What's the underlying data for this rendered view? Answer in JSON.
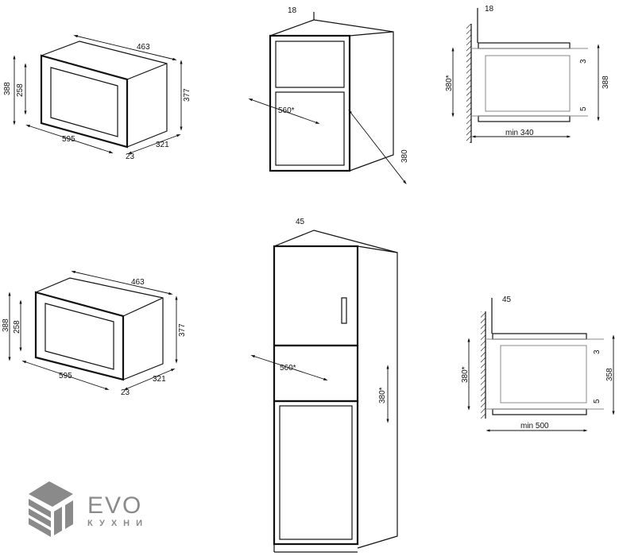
{
  "diagrams": {
    "top_left": {
      "width": "463",
      "height_outer": "388",
      "height_inner": "258",
      "height_body": "377",
      "front_width": "595",
      "depth": "321",
      "frame": "23"
    },
    "top_middle": {
      "panel": "18",
      "niche_width": "560*",
      "niche_height": "380"
    },
    "top_right": {
      "panel": "18",
      "niche_height": "380*",
      "gap_top": "3",
      "height": "388",
      "gap_bottom": "5",
      "min_depth": "min 340"
    },
    "bottom_left": {
      "width": "463",
      "height_outer": "388",
      "height_inner": "258",
      "height_body": "377",
      "front_width": "595",
      "depth": "321",
      "frame": "23"
    },
    "bottom_middle": {
      "panel": "45",
      "niche_width": "560*",
      "niche_height": "380*"
    },
    "bottom_right": {
      "panel": "45",
      "niche_height": "380*",
      "gap_top": "3",
      "height": "358",
      "gap_bottom": "5",
      "min_depth": "min 500"
    }
  },
  "logo": {
    "brand": "EVO",
    "subtitle": "КУХНИ"
  }
}
